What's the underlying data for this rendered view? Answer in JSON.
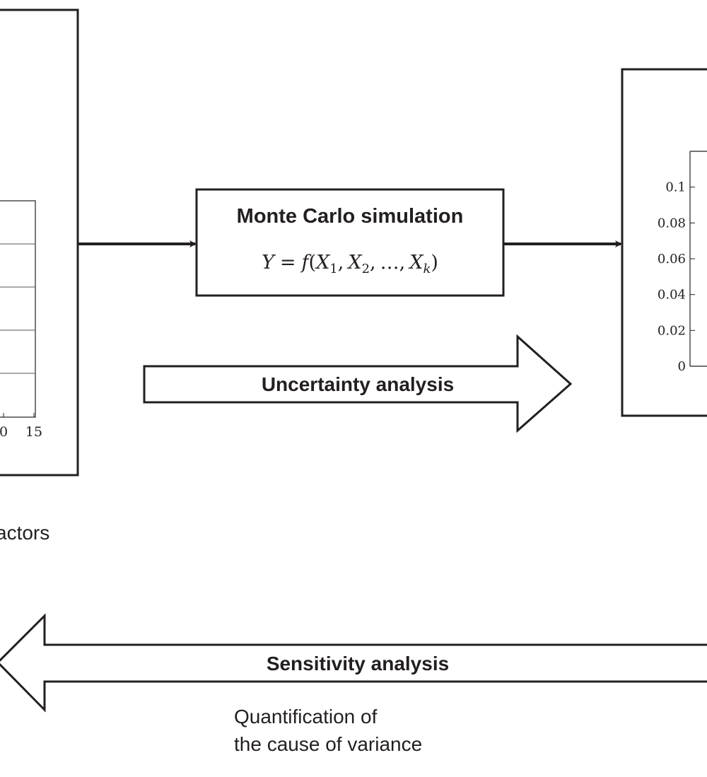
{
  "colors": {
    "stroke": "#231f20",
    "text": "#231f20",
    "background": "#ffffff",
    "grid": "#555555"
  },
  "left_panel": {
    "x_tick_labels": [
      "0",
      "15"
    ],
    "caption": "actors"
  },
  "monte_carlo": {
    "title": "Monte Carlo simulation",
    "formula": {
      "lhs": "Y",
      "equals": "=",
      "func": "f",
      "open": "(",
      "x1": "X",
      "x1_sub": "1",
      "sep1": ",",
      "x2": "X",
      "x2_sub": "2",
      "sep2": ",",
      "dots": "…",
      "sep3": ",",
      "xk": "X",
      "xk_sub": "k",
      "close": ")"
    }
  },
  "uncertainty_arrow": {
    "label": "Uncertainty analysis"
  },
  "sensitivity_arrow": {
    "label": "Sensitivity analysis"
  },
  "sensitivity_caption": {
    "line1": "Quantification of",
    "line2": "the cause of variance"
  },
  "chart_data": {
    "type": "table",
    "y_tick_labels": [
      "0.1",
      "0.08",
      "0.06",
      "0.04",
      "0.02",
      "0"
    ],
    "y_ticks": [
      0.1,
      0.08,
      0.06,
      0.04,
      0.02,
      0
    ],
    "ylim": [
      0,
      0.12
    ]
  }
}
